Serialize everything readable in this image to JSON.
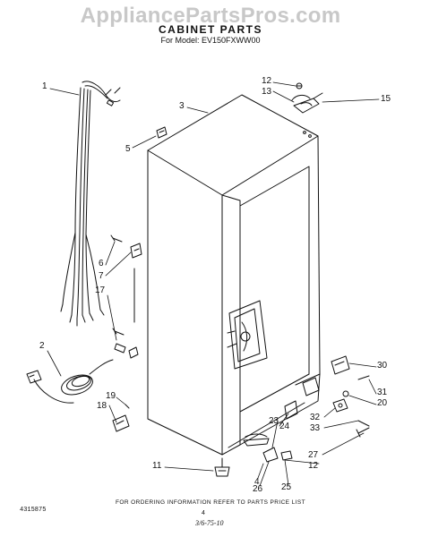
{
  "watermark": "AppliancePartsPros.com",
  "title": "CABINET PARTS",
  "model_line": "For Model: EV150FXWW00",
  "callouts": {
    "c1": "1",
    "c2": "2",
    "c3": "3",
    "c4": "4",
    "c5": "5",
    "c6": "6",
    "c7": "7",
    "c11": "11",
    "c12a": "12",
    "c12b": "12",
    "c13": "13",
    "c15": "15",
    "c17": "17",
    "c18": "18",
    "c19": "19",
    "c20": "20",
    "c23": "23",
    "c24": "24",
    "c25": "25",
    "c26": "26",
    "c27": "27",
    "c30": "30",
    "c31": "31",
    "c32": "32",
    "c33": "33"
  },
  "footer_note": "FOR ORDERING INFORMATION REFER TO PARTS PRICE LIST",
  "catalog_number": "4315875",
  "page_number": "4",
  "revision_date": "3/6-75-10"
}
